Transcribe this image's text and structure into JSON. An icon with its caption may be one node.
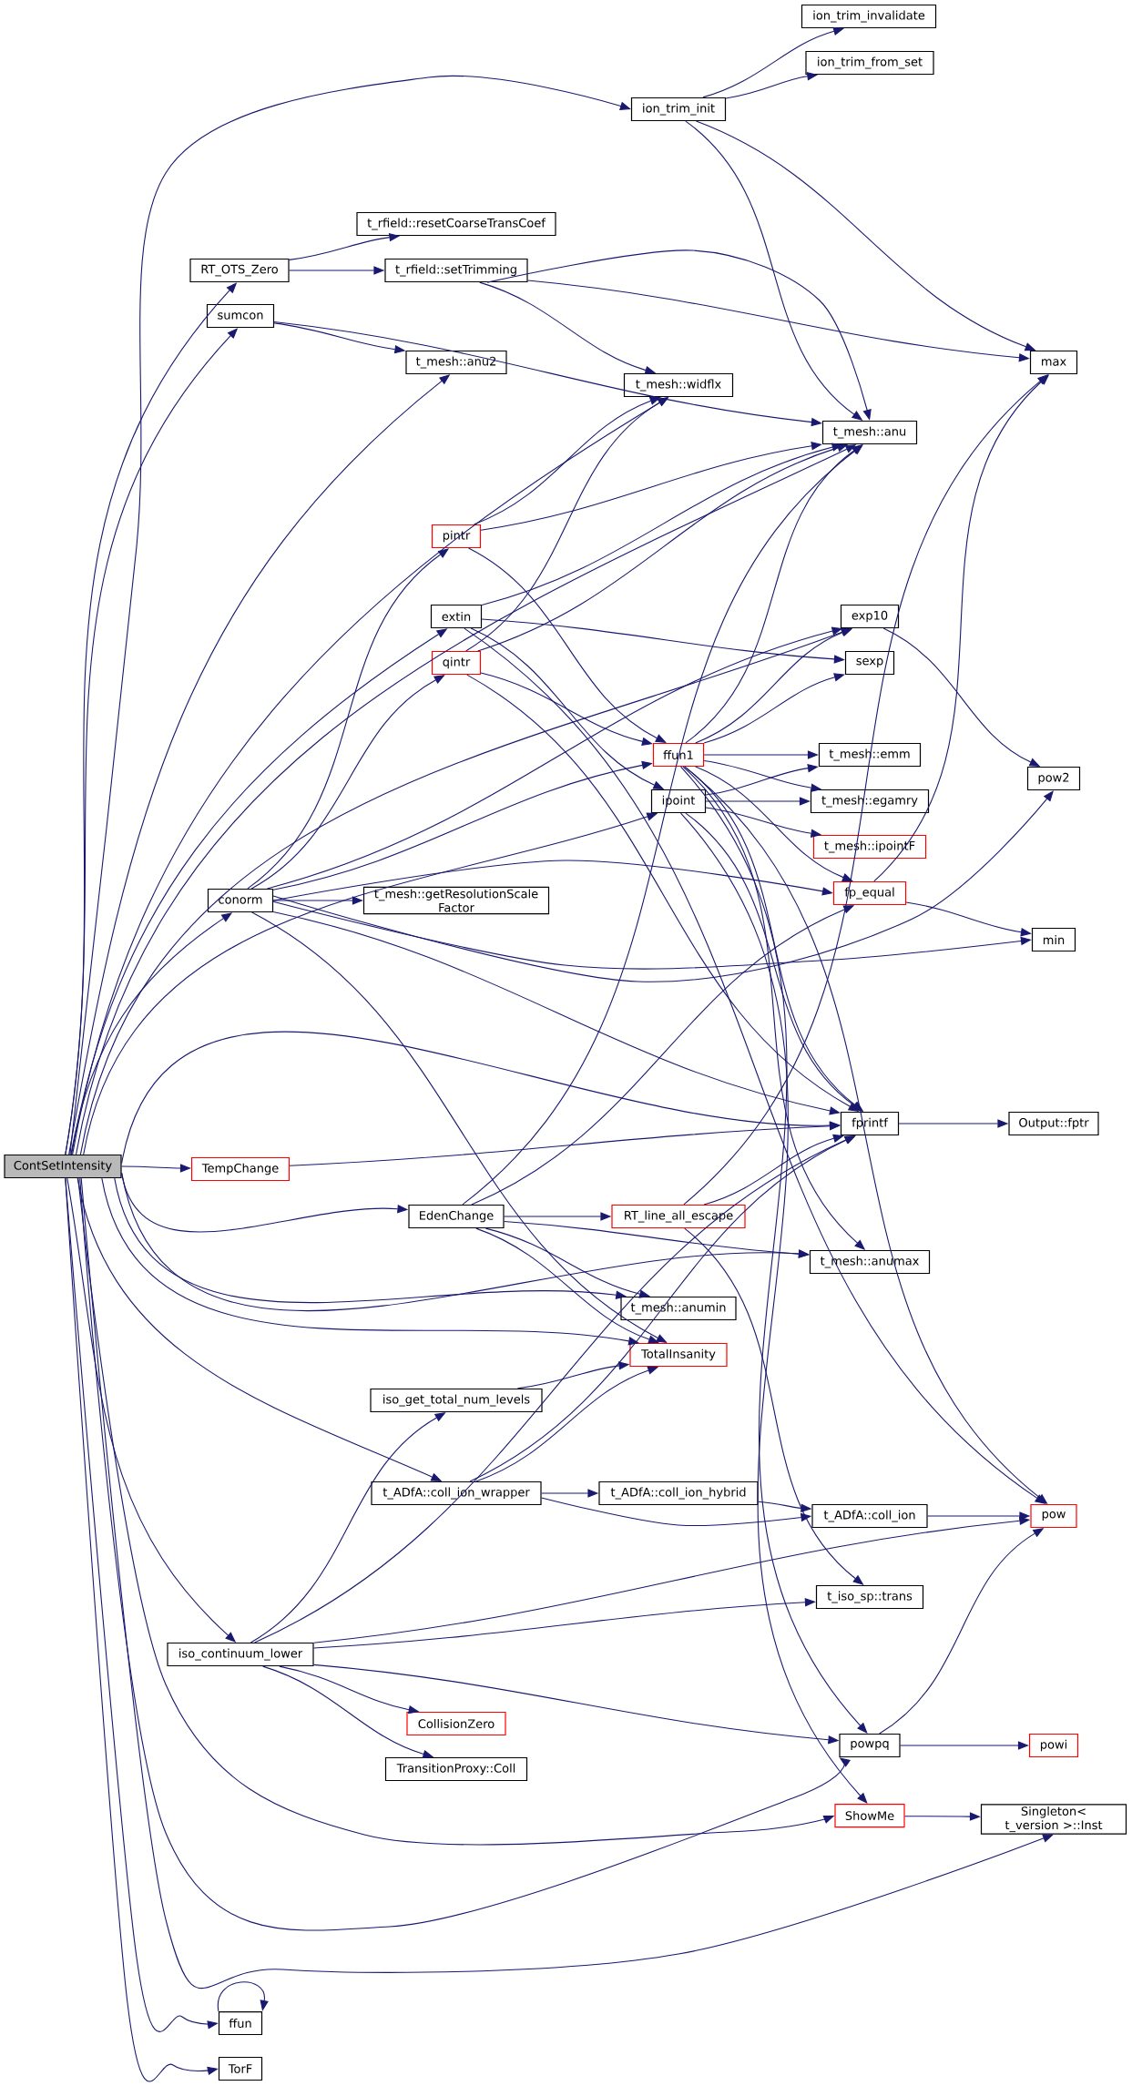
{
  "diagram": {
    "nodes": [
      {
        "text": [
          "ContSetIntensity"
        ]
      },
      {
        "text": [
          "ion_trim_init"
        ]
      },
      {
        "text": [
          "ion_trim_invalidate"
        ]
      },
      {
        "text": [
          "ion_trim_from_set"
        ]
      },
      {
        "text": [
          "max"
        ]
      },
      {
        "text": [
          "t_mesh::anu"
        ]
      },
      {
        "text": [
          "RT_OTS_Zero"
        ]
      },
      {
        "text": [
          "t_rfield::resetCoarseTransCoef"
        ]
      },
      {
        "text": [
          "t_rfield::setTrimming"
        ]
      },
      {
        "text": [
          "sumcon"
        ]
      },
      {
        "text": [
          "t_mesh::anu2"
        ]
      },
      {
        "text": [
          "t_mesh::widflx"
        ]
      },
      {
        "text": [
          "pintr"
        ]
      },
      {
        "text": [
          "extin"
        ]
      },
      {
        "text": [
          "qintr"
        ]
      },
      {
        "text": [
          "exp10"
        ]
      },
      {
        "text": [
          "sexp"
        ]
      },
      {
        "text": [
          "ffun1"
        ]
      },
      {
        "text": [
          "t_mesh::emm"
        ]
      },
      {
        "text": [
          "ipoint"
        ]
      },
      {
        "text": [
          "t_mesh::egamry"
        ]
      },
      {
        "text": [
          "pow2"
        ]
      },
      {
        "text": [
          "t_mesh::ipointF"
        ]
      },
      {
        "text": [
          "conorm"
        ]
      },
      {
        "text": [
          "t_mesh::getResolutionScale Factor"
        ]
      },
      {
        "text": [
          "fp_equal"
        ]
      },
      {
        "text": [
          "min"
        ]
      },
      {
        "text": [
          "fprintf"
        ]
      },
      {
        "text": [
          "Output::fptr"
        ]
      },
      {
        "text": [
          "TempChange"
        ]
      },
      {
        "text": [
          "EdenChange"
        ]
      },
      {
        "text": [
          "RT_line_all_escape"
        ]
      },
      {
        "text": [
          "t_mesh::anumax"
        ]
      },
      {
        "text": [
          "t_mesh::anumin"
        ]
      },
      {
        "text": [
          "TotalInsanity"
        ]
      },
      {
        "text": [
          "iso_get_total_num_levels"
        ]
      },
      {
        "text": [
          "t_ADfA::coll_ion_wrapper"
        ]
      },
      {
        "text": [
          "t_ADfA::coll_ion_hybrid"
        ]
      },
      {
        "text": [
          "t_ADfA::coll_ion"
        ]
      },
      {
        "text": [
          "pow"
        ]
      },
      {
        "text": [
          "t_iso_sp::trans"
        ]
      },
      {
        "text": [
          "iso_continuum_lower"
        ]
      },
      {
        "text": [
          "CollisionZero"
        ]
      },
      {
        "text": [
          "TransitionProxy::Coll"
        ]
      },
      {
        "text": [
          "powpq"
        ]
      },
      {
        "text": [
          "powi"
        ]
      },
      {
        "text": [
          "ShowMe"
        ]
      },
      {
        "text": [
          "Singleton< t_version >::Inst"
        ]
      },
      {
        "text": [
          "ffun"
        ]
      },
      {
        "text": [
          "TorF"
        ]
      }
    ],
    "edges": [
      {
        "from": 0,
        "to": 1,
        "arrow": "to"
      },
      {
        "from": 0,
        "to": 5,
        "arrow": "to"
      },
      {
        "from": 0,
        "to": 6,
        "arrow": "to"
      },
      {
        "from": 0,
        "to": 9,
        "arrow": "to"
      },
      {
        "from": 0,
        "to": 10,
        "arrow": "to"
      },
      {
        "from": 0,
        "to": 15,
        "arrow": "to"
      },
      {
        "from": 0,
        "to": 11,
        "arrow": "to"
      },
      {
        "from": 0,
        "to": 13,
        "arrow": "to"
      },
      {
        "from": 0,
        "to": 19,
        "arrow": "to"
      },
      {
        "from": 0,
        "to": 23,
        "arrow": "to"
      },
      {
        "from": 0,
        "to": 27,
        "arrow": "to"
      },
      {
        "from": 0,
        "to": 29,
        "arrow": "to"
      },
      {
        "from": 0,
        "to": 30,
        "arrow": "to"
      },
      {
        "from": 0,
        "to": 33,
        "arrow": "to"
      },
      {
        "from": 0,
        "to": 34,
        "arrow": "to"
      },
      {
        "from": 0,
        "to": 32,
        "arrow": "to"
      },
      {
        "from": 0,
        "to": 36,
        "arrow": "to"
      },
      {
        "from": 0,
        "to": 41,
        "arrow": "to"
      },
      {
        "from": 0,
        "to": 44,
        "arrow": "to"
      },
      {
        "from": 0,
        "to": 46,
        "arrow": "to"
      },
      {
        "from": 0,
        "to": 47,
        "arrow": "to"
      },
      {
        "from": 0,
        "to": 48,
        "arrow": "to"
      },
      {
        "from": 0,
        "to": 49,
        "arrow": "to"
      },
      {
        "from": 1,
        "to": 2,
        "arrow": "to"
      },
      {
        "from": 1,
        "to": 3,
        "arrow": "to"
      },
      {
        "from": 1,
        "to": 4,
        "arrow": "to"
      },
      {
        "from": 1,
        "to": 5,
        "arrow": "to"
      },
      {
        "from": 6,
        "to": 7,
        "arrow": "to"
      },
      {
        "from": 6,
        "to": 8,
        "arrow": "to"
      },
      {
        "from": 8,
        "to": 4,
        "arrow": "to"
      },
      {
        "from": 8,
        "to": 5,
        "arrow": "to"
      },
      {
        "from": 8,
        "to": 11,
        "arrow": "to"
      },
      {
        "from": 9,
        "to": 5,
        "arrow": "to"
      },
      {
        "from": 9,
        "to": 10,
        "arrow": "to"
      },
      {
        "from": 12,
        "to": 11,
        "arrow": "to"
      },
      {
        "from": 12,
        "to": 5,
        "arrow": "to"
      },
      {
        "from": 12,
        "to": 17,
        "arrow": "to"
      },
      {
        "from": 13,
        "to": 5,
        "arrow": "to"
      },
      {
        "from": 13,
        "to": 16,
        "arrow": "to"
      },
      {
        "from": 13,
        "to": 19,
        "arrow": "to"
      },
      {
        "from": 13,
        "to": 39,
        "arrow": "to"
      },
      {
        "from": 14,
        "to": 11,
        "arrow": "to"
      },
      {
        "from": 14,
        "to": 5,
        "arrow": "to"
      },
      {
        "from": 14,
        "to": 17,
        "arrow": "to"
      },
      {
        "from": 14,
        "to": 27,
        "arrow": "to"
      },
      {
        "from": 23,
        "to": 12,
        "arrow": "to"
      },
      {
        "from": 23,
        "to": 14,
        "arrow": "to"
      },
      {
        "from": 23,
        "to": 15,
        "arrow": "to"
      },
      {
        "from": 23,
        "to": 17,
        "arrow": "to"
      },
      {
        "from": 23,
        "to": 24,
        "arrow": "to"
      },
      {
        "from": 23,
        "to": 25,
        "arrow": "to"
      },
      {
        "from": 23,
        "to": 21,
        "arrow": "to"
      },
      {
        "from": 23,
        "to": 26,
        "arrow": "to"
      },
      {
        "from": 23,
        "to": 27,
        "arrow": "to"
      },
      {
        "from": 23,
        "to": 34,
        "arrow": "to"
      },
      {
        "from": 17,
        "to": 5,
        "arrow": "to"
      },
      {
        "from": 17,
        "to": 15,
        "arrow": "to"
      },
      {
        "from": 17,
        "to": 16,
        "arrow": "to"
      },
      {
        "from": 17,
        "to": 18,
        "arrow": "to"
      },
      {
        "from": 17,
        "to": 20,
        "arrow": "to"
      },
      {
        "from": 17,
        "to": 25,
        "arrow": "to"
      },
      {
        "from": 17,
        "to": 27,
        "arrow": "to"
      },
      {
        "from": 17,
        "to": 32,
        "arrow": "to"
      },
      {
        "from": 17,
        "to": 39,
        "arrow": "to"
      },
      {
        "from": 17,
        "to": 44,
        "arrow": "to"
      },
      {
        "from": 19,
        "to": 18,
        "arrow": "to"
      },
      {
        "from": 19,
        "to": 20,
        "arrow": "to"
      },
      {
        "from": 19,
        "to": 22,
        "arrow": "to"
      },
      {
        "from": 19,
        "to": 27,
        "arrow": "to"
      },
      {
        "from": 19,
        "to": 46,
        "arrow": "to"
      },
      {
        "from": 15,
        "to": 21,
        "arrow": "to"
      },
      {
        "from": 25,
        "to": 4,
        "arrow": "to"
      },
      {
        "from": 25,
        "to": 26,
        "arrow": "to"
      },
      {
        "from": 27,
        "to": 28,
        "arrow": "to"
      },
      {
        "from": 29,
        "to": 27,
        "arrow": "to"
      },
      {
        "from": 30,
        "to": 5,
        "arrow": "to"
      },
      {
        "from": 30,
        "to": 25,
        "arrow": "to"
      },
      {
        "from": 30,
        "to": 31,
        "arrow": "to"
      },
      {
        "from": 30,
        "to": 32,
        "arrow": "to"
      },
      {
        "from": 30,
        "to": 33,
        "arrow": "to"
      },
      {
        "from": 30,
        "to": 34,
        "arrow": "to"
      },
      {
        "from": 31,
        "to": 27,
        "arrow": "to"
      },
      {
        "from": 31,
        "to": 4,
        "arrow": "to"
      },
      {
        "from": 31,
        "to": 40,
        "arrow": "to"
      },
      {
        "from": 35,
        "to": 34,
        "arrow": "to"
      },
      {
        "from": 36,
        "to": 34,
        "arrow": "to"
      },
      {
        "from": 36,
        "to": 27,
        "arrow": "to"
      },
      {
        "from": 36,
        "to": 37,
        "arrow": "to"
      },
      {
        "from": 36,
        "to": 38,
        "arrow": "to"
      },
      {
        "from": 37,
        "to": 38,
        "arrow": "to"
      },
      {
        "from": 38,
        "to": 39,
        "arrow": "to"
      },
      {
        "from": 41,
        "to": 35,
        "arrow": "to"
      },
      {
        "from": 41,
        "to": 27,
        "arrow": "to"
      },
      {
        "from": 41,
        "to": 40,
        "arrow": "to"
      },
      {
        "from": 41,
        "to": 39,
        "arrow": "to"
      },
      {
        "from": 41,
        "to": 42,
        "arrow": "to"
      },
      {
        "from": 41,
        "to": 43,
        "arrow": "to"
      },
      {
        "from": 41,
        "to": 44,
        "arrow": "to"
      },
      {
        "from": 44,
        "to": 39,
        "arrow": "to"
      },
      {
        "from": 44,
        "to": 45,
        "arrow": "to"
      },
      {
        "from": 46,
        "to": 47,
        "arrow": "to"
      },
      {
        "from": 48,
        "to": 48,
        "arrow": "to"
      }
    ]
  }
}
